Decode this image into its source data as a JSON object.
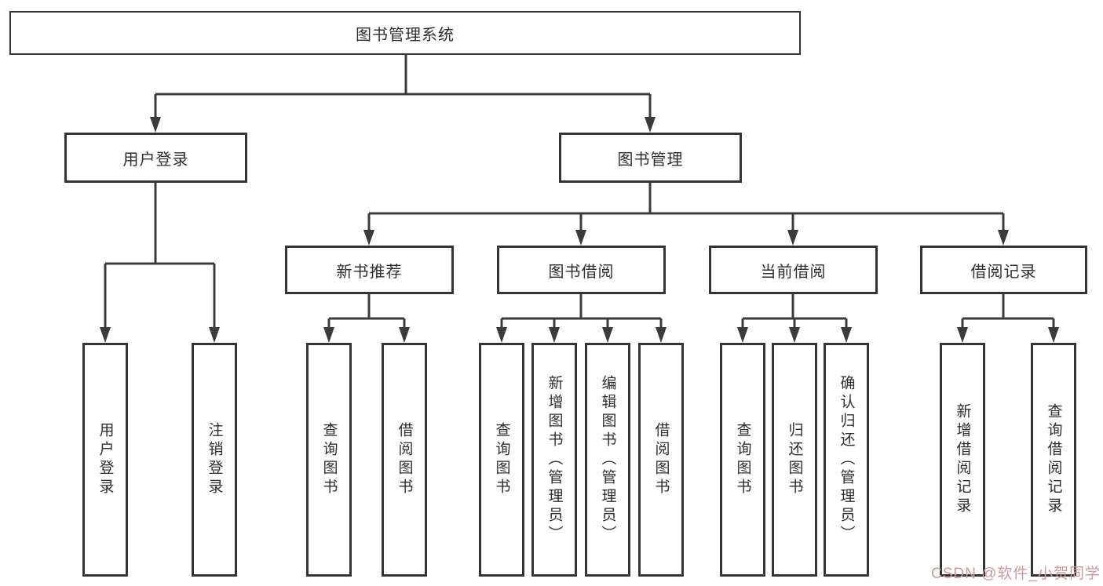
{
  "tree": {
    "label": "图书管理系统",
    "children": [
      {
        "label": "用户登录",
        "children": [
          {
            "label": "用户登录"
          },
          {
            "label": "注销登录"
          }
        ]
      },
      {
        "label": "图书管理",
        "children": [
          {
            "label": "新书推荐",
            "children": [
              {
                "label": "查询图书"
              },
              {
                "label": "借阅图书"
              }
            ]
          },
          {
            "label": "图书借阅",
            "children": [
              {
                "label": "查询图书"
              },
              {
                "label": "新增图书（管理员）"
              },
              {
                "label": "编辑图书（管理员）"
              },
              {
                "label": "借阅图书"
              }
            ]
          },
          {
            "label": "当前借阅",
            "children": [
              {
                "label": "查询图书"
              },
              {
                "label": "归还图书"
              },
              {
                "label": "确认归还（管理员）"
              }
            ]
          },
          {
            "label": "借阅记录",
            "children": [
              {
                "label": "新增借阅记录"
              },
              {
                "label": "查询借阅记录"
              }
            ]
          }
        ]
      }
    ]
  },
  "watermark": "CSDN @软件_小贺同学",
  "colors": {
    "line": "#3b3b3b",
    "box_border": "#343434",
    "box_background": "#ffffff",
    "text": "#2e2e2e",
    "watermark": "#cb9b9b",
    "page_background": "#ffffff"
  }
}
